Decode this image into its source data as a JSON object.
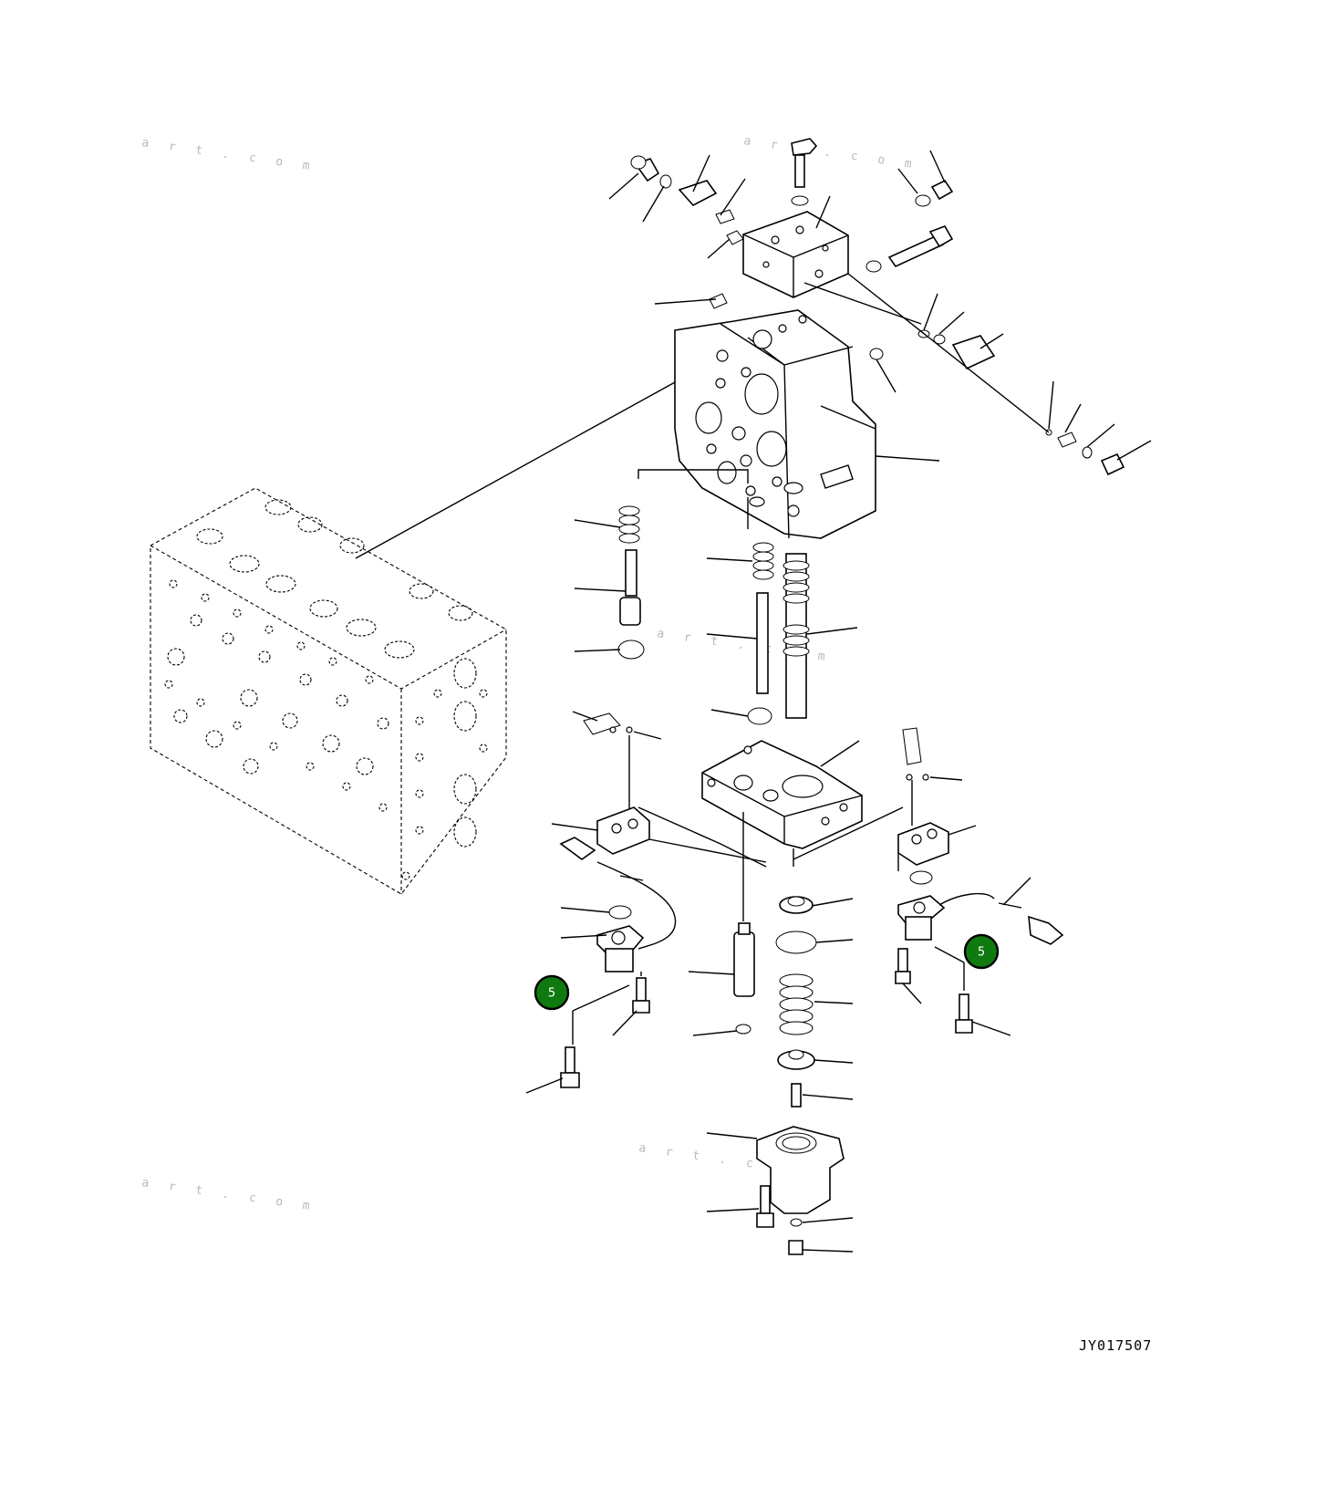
{
  "drawing_code": "JY017507",
  "callouts": [
    {
      "label": "5"
    },
    {
      "label": "5"
    }
  ],
  "callout_color": "#0f7a10",
  "watermark_text": "a r t . c o m"
}
